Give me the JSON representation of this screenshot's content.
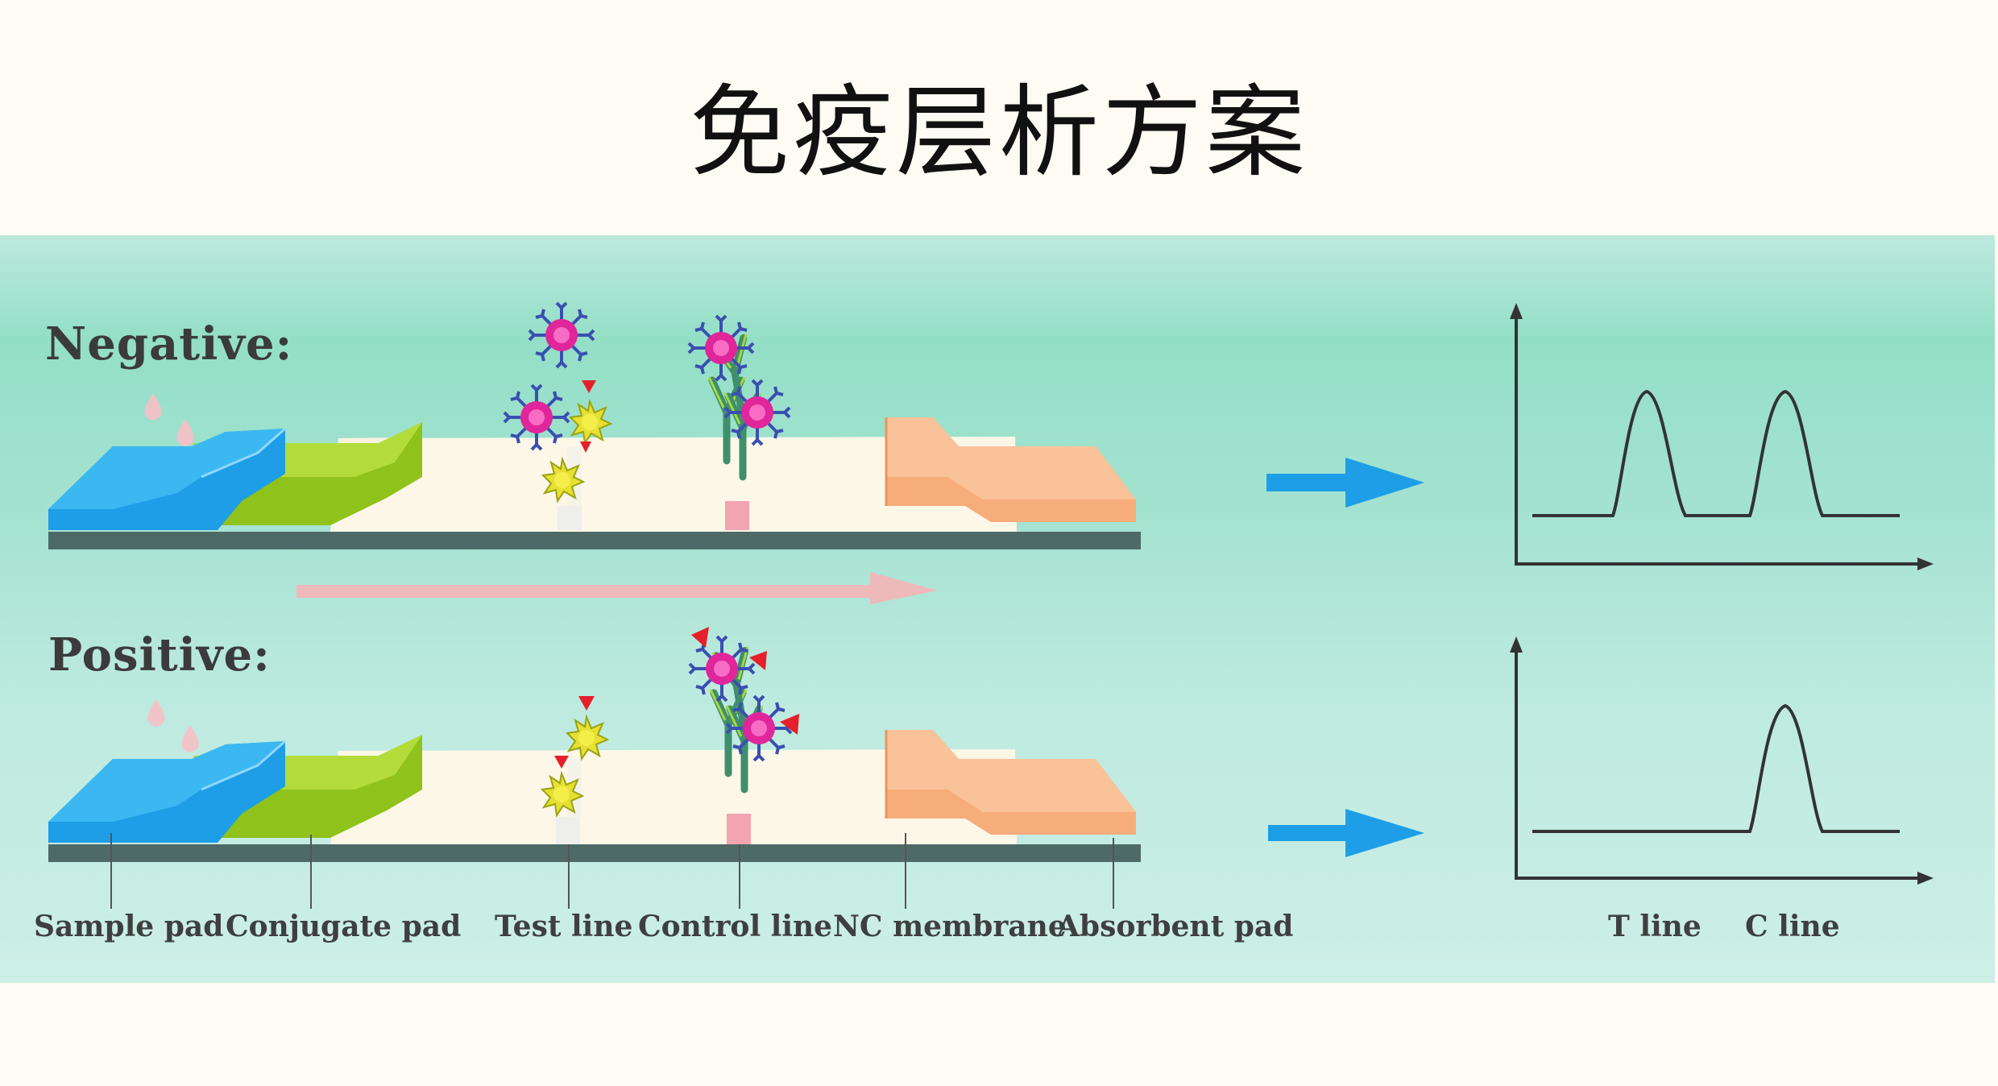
{
  "title": "免疫层析方案",
  "negative_label": "Negative:",
  "positive_label": "Positive:",
  "strip_labels": {
    "sample_pad": "Sample pad",
    "conjugate_pad": "Conjugate pad",
    "test_line": "Test line",
    "control_line": "Control line",
    "nc_membrane": "NC membrane",
    "absorbent_pad": "Absorbent pad"
  },
  "graph_labels": {
    "t_line": "T line",
    "c_line": "C line"
  },
  "results": {
    "negative": {
      "t_line_peak": true,
      "c_line_peak": true
    },
    "positive": {
      "t_line_peak": false,
      "c_line_peak": true
    }
  },
  "colors": {
    "sample_pad": "#23a7e6",
    "conjugate_pad": "#9ccc1e",
    "nc_membrane": "#fdf7e8",
    "absorbent_pad": "#f6ad7a",
    "base": "#4d6a67",
    "flow_arrow": "#f5b4b8",
    "result_arrow": "#1d9ee6",
    "gold_particle": "#e0269a",
    "antigen": "#e8e22a",
    "target": "#e5202a"
  }
}
